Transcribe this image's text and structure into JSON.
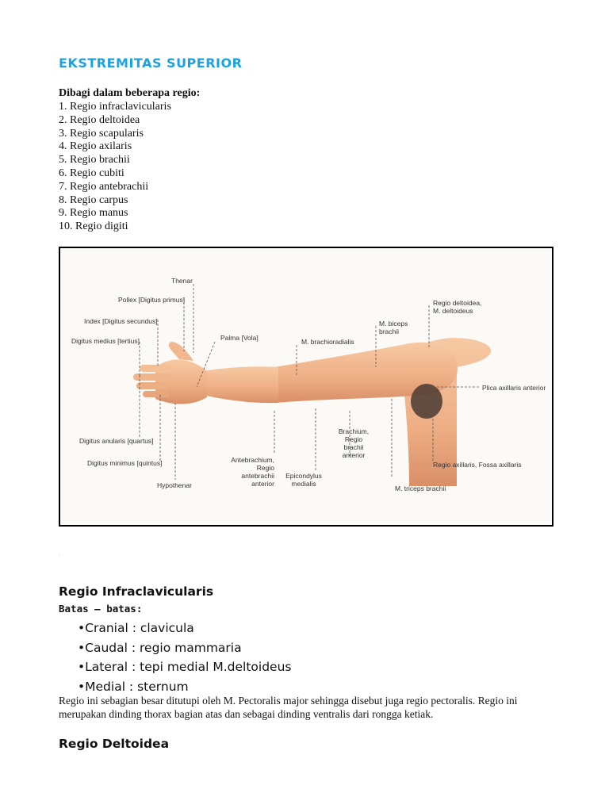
{
  "title": "EKSTREMITAS SUPERIOR",
  "intro_label": "Dibagi dalam beberapa regio:",
  "regio_list": [
    "1. Regio infraclavicularis",
    "2. Regio deltoidea",
    "3. Regio scapularis",
    "4. Regio axilaris",
    "5. Regio brachii",
    "6. Regio cubiti",
    "7. Regio antebrachii",
    "8. Regio carpus",
    "9. Regio manus",
    "10. Regio digiti"
  ],
  "figure": {
    "labels": {
      "thenar": "Thenar",
      "pollex": "Pollex [Digitus primus]",
      "index": "Index [Digitus secundus]",
      "digitus_medius": "Digitus medius [tertius]",
      "palma": "Palma [Vola]",
      "m_brachioradialis": "M. brachioradialis",
      "m_biceps": "M. biceps brachii",
      "regio_deltoidea": "Regio deltoidea, M. deltoideus",
      "plica_axillaris": "Plica axillaris anterior",
      "digitus_anularis": "Digitus anularis [quartus]",
      "digitus_minimus": "Digitus minimus [quintus]",
      "hypothenar": "Hypothenar",
      "antebrachium": "Antebrachium, Regio antebrachii anterior",
      "epicondylus": "Epicondylus medialis",
      "brachium": "Brachium, Regio brachii anterior",
      "m_triceps": "M. triceps brachii",
      "regio_axillaris": "Regio axillaris, Fossa axillaris"
    },
    "colors": {
      "skin": "#f2b98e",
      "skin_shadow": "#d9906a",
      "axilla": "#4a3a32"
    }
  },
  "sections": {
    "infraclavicularis": {
      "heading": "Regio Infraclavicularis",
      "batas_label": "Batas – batas:",
      "bullets": [
        "•Cranial : clavicula",
        "•Caudal : regio mammaria",
        "•Lateral : tepi medial M.deltoideus",
        "•Medial : sternum"
      ],
      "paragraph": "Regio ini sebagian besar ditutupi oleh M. Pectoralis major sehingga disebut juga regio pectoralis. Regio ini merupakan dinding thorax bagian atas dan sebagai dinding ventralis dari rongga ketiak."
    },
    "deltoidea": {
      "heading": "Regio Deltoidea"
    }
  }
}
